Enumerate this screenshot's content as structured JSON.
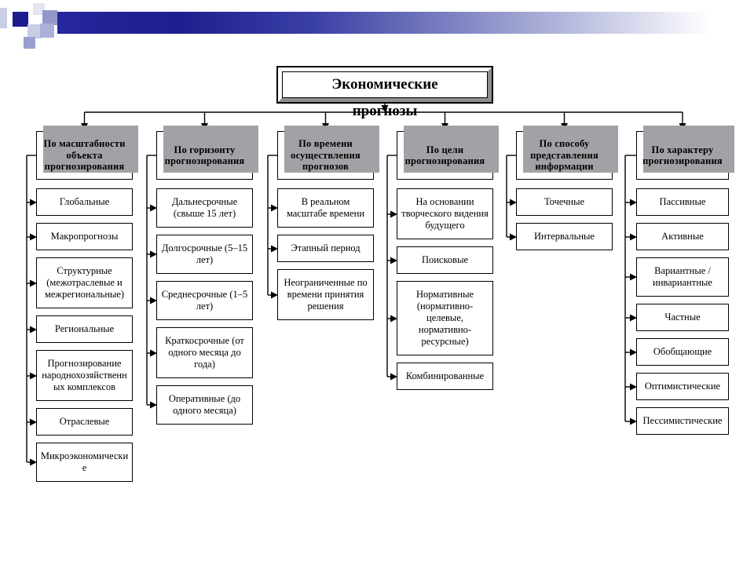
{
  "title": {
    "line1": "Экономические",
    "line2": "прогнозы"
  },
  "columns": [
    {
      "header": "По масштабности объекта прогнозирования",
      "items": [
        "Глобальные",
        "Макропрогнозы",
        "Структурные (межотраслевые и межрегиональные)",
        "Региональные",
        "Прогнозирование народнохозяйственных комплексов",
        "Отраслевые",
        "Микроэкономические"
      ]
    },
    {
      "header": "По горизонту прогнозирования",
      "items": [
        "Дальнесрочные (свыше 15 лет)",
        "Долгосрочные (5–15 лет)",
        "Среднесрочные (1–5 лет)",
        "Краткосрочные (от одного месяца до года)",
        "Оперативные (до одного месяца)"
      ]
    },
    {
      "header": "По времени осуществления прогнозов",
      "items": [
        "В реальном масштабе времени",
        "Этапный период",
        "Неограниченные по времени принятия решения"
      ]
    },
    {
      "header": "По цели прогнозирования",
      "items": [
        "На основании творческого видения будущего",
        "Поисковые",
        "Нормативные (нормативно-целевые, нормативно-ресурсные)",
        "Комбинированные"
      ]
    },
    {
      "header": "По способу представления информации",
      "items": [
        "Точечные",
        "Интервальные"
      ]
    },
    {
      "header": "По характеру прогнозирования",
      "items": [
        "Пассивные",
        "Активные",
        "Вариантные /инвариантные",
        "Частные",
        "Обобщающие",
        "Оптимистические",
        "Пессимистические"
      ]
    }
  ],
  "colors": {
    "box_border": "#000000",
    "box_fill": "#ffffff",
    "header_shadow": "#a2a2a6",
    "accent_navy": "#1c1c8f",
    "accent_lavender": "#aab0d8",
    "connector": "#000000"
  }
}
